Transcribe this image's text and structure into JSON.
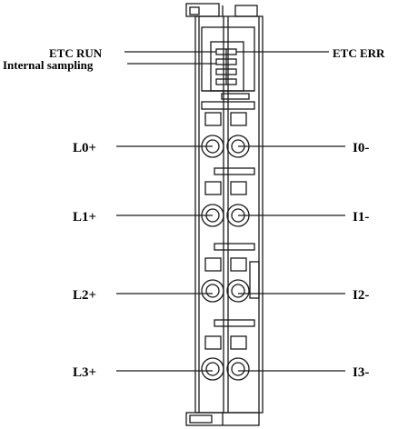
{
  "labels": {
    "etc_run": "ETC RUN",
    "internal_sampling": "Internal sampling",
    "etc_err": "ETC ERR",
    "left_terminals": [
      "L0+",
      "L1+",
      "L2+",
      "L3+"
    ],
    "right_terminals": [
      "I0-",
      "I1-",
      "I2-",
      "I3-"
    ]
  },
  "colors": {
    "line": "#1a1a1a",
    "background": "#ffffff"
  }
}
